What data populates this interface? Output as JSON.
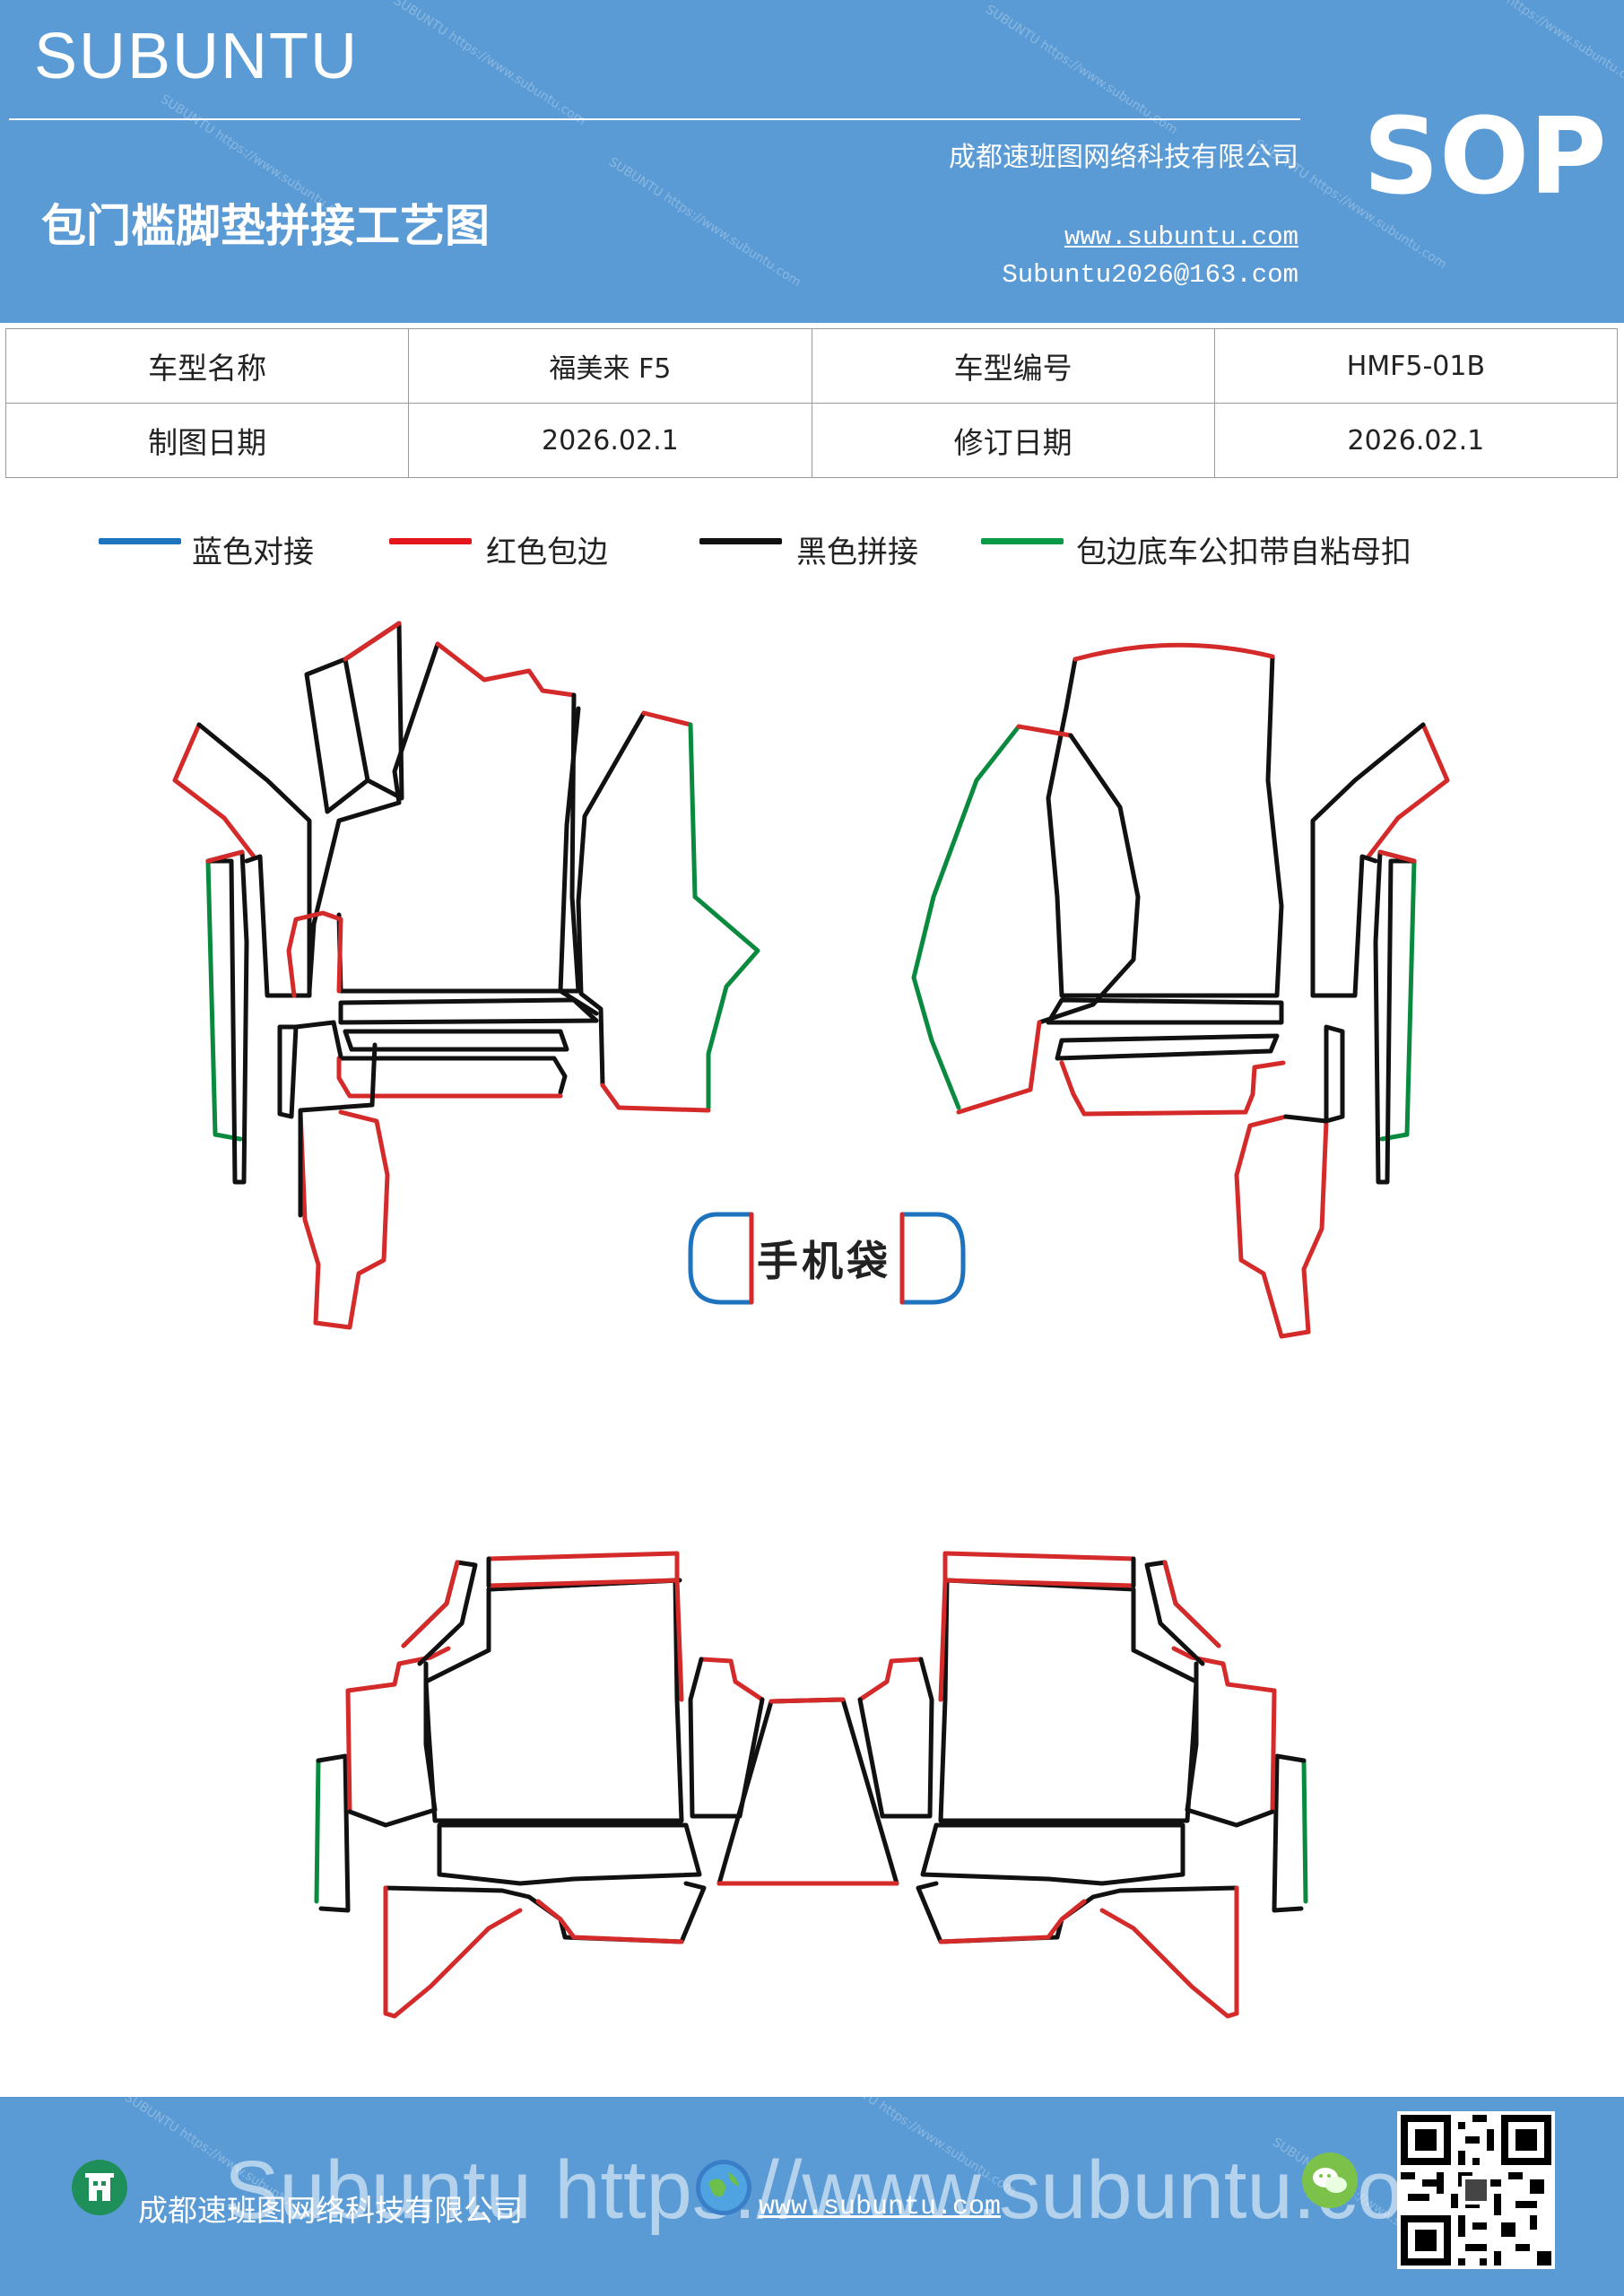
{
  "header": {
    "brand": "SUBUNTU",
    "title": "包门槛脚垫拼接工艺图",
    "company": "成都速班图网络科技有限公司",
    "website": "www.subuntu.com",
    "email": "Subuntu2026@163.com",
    "badge": "SOP"
  },
  "info": {
    "model_name_label": "车型名称",
    "model_name_value": "福美来 F5",
    "model_code_label": "车型编号",
    "model_code_value": "HMF5-01B",
    "drawing_date_label": "制图日期",
    "drawing_date_value": "2026.02.1",
    "revision_date_label": "修订日期",
    "revision_date_value": "2026.02.1"
  },
  "legend": [
    {
      "label": "蓝色对接",
      "color": "#1e73be"
    },
    {
      "label": "红色包边",
      "color": "#e3161b"
    },
    {
      "label": "黑色拼接",
      "color": "#111111"
    },
    {
      "label": "包边底车公扣带自粘母扣",
      "color": "#0a9a48"
    }
  ],
  "colors": {
    "header_bg": "#5b9bd5",
    "blue": "#1e73be",
    "red": "#d42a2a",
    "black": "#111111",
    "green": "#0a8a3e"
  },
  "diagram": {
    "pouch_label": "手机袋"
  },
  "footer": {
    "company": "成都速班图网络科技有限公司",
    "website": "www.subuntu.com",
    "big_text": "Subuntu https://www.subuntu.com",
    "icons": [
      "building-icon",
      "globe-icon",
      "wechat-icon"
    ]
  }
}
